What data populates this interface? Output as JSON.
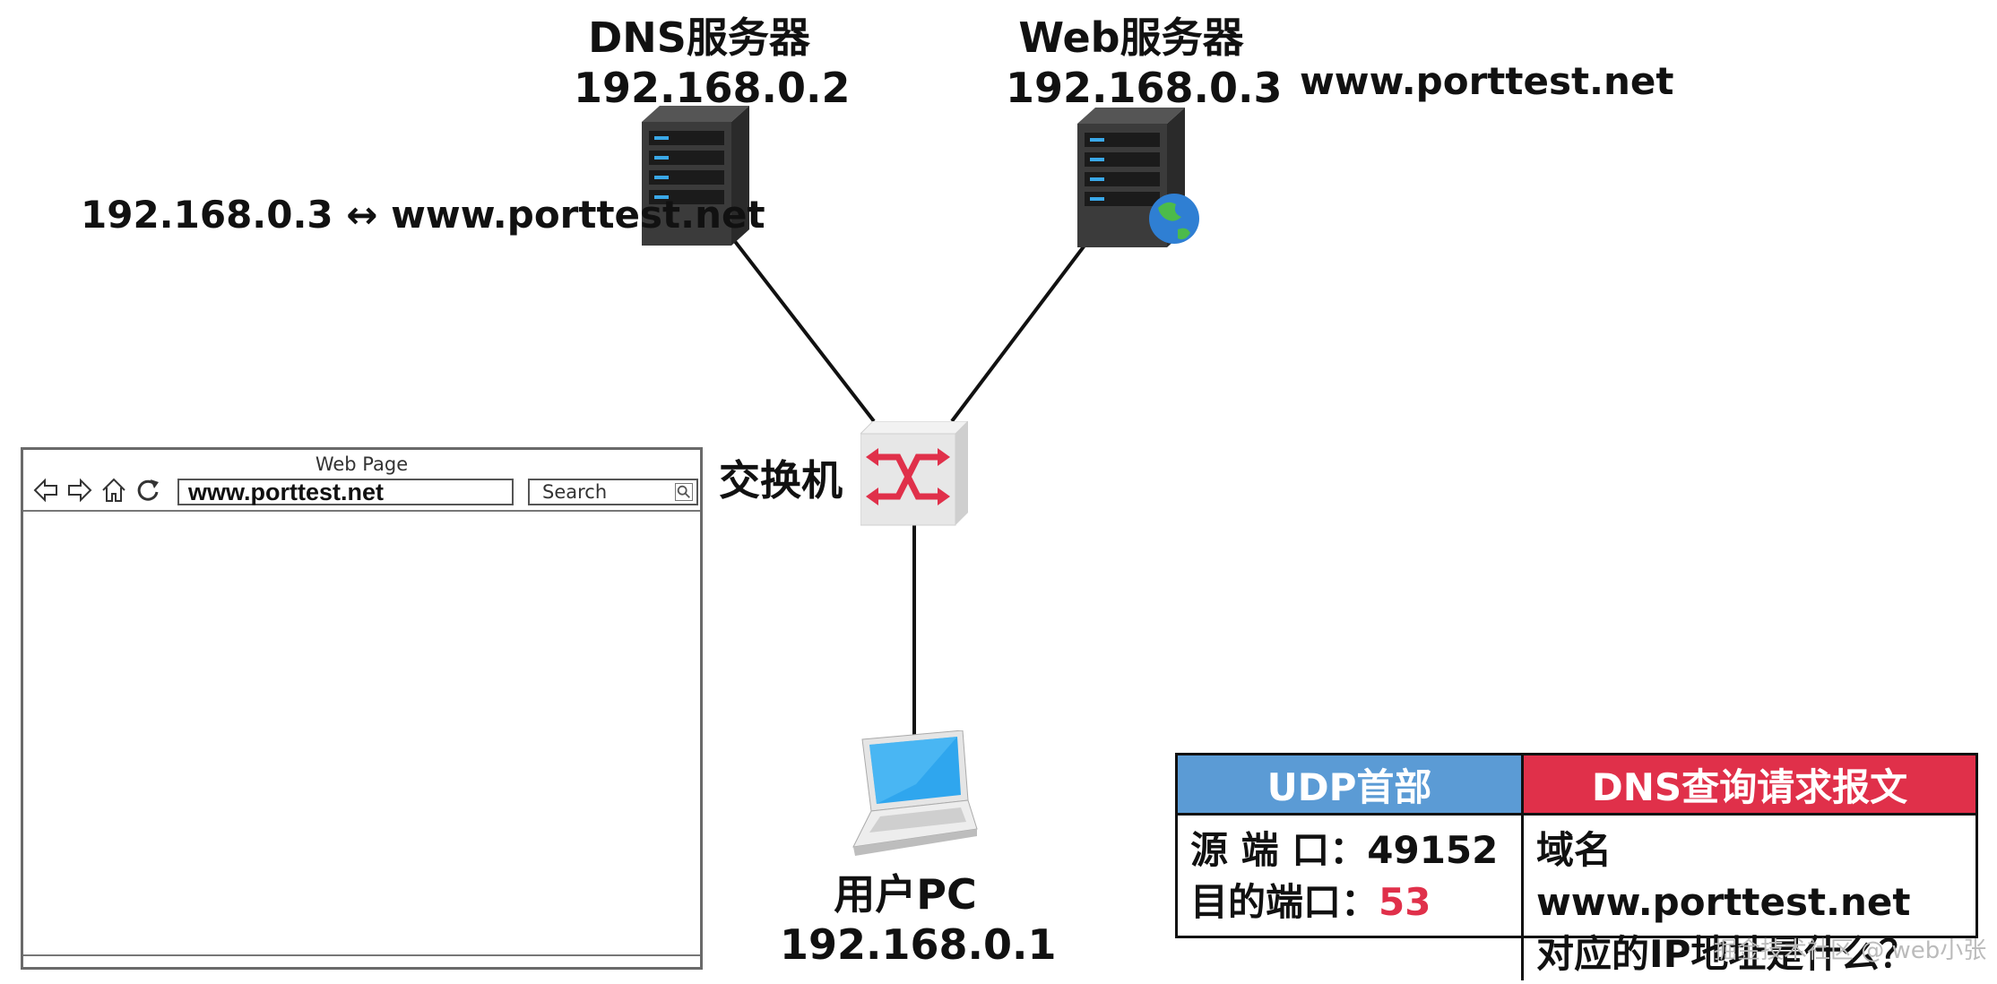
{
  "dns_server": {
    "title": "DNS服务器",
    "ip": "192.168.0.2",
    "mapping": "192.168.0.3 ↔ www.porttest.net"
  },
  "web_server": {
    "title": "Web服务器",
    "ip": "192.168.0.3",
    "domain": "www.porttest.net"
  },
  "switch": {
    "label": "交换机"
  },
  "user_pc": {
    "title": "用户PC",
    "ip": "192.168.0.1"
  },
  "browser": {
    "title": "Web Page",
    "address": "www.porttest.net",
    "search_placeholder": "Search"
  },
  "table": {
    "udp_header": "UDP首部",
    "dns_query": "DNS查询请求报文",
    "src_port_label": "源 端 口：",
    "src_port": "49152",
    "dst_port_label": "目的端口：",
    "dst_port": "53",
    "question_line1": "域名www.porttest.net",
    "question_line2": "对应的IP地址是什么？"
  },
  "watermark": "掘金技术社区 @ web小张",
  "colors": {
    "udp_header": "#5b9bd5",
    "dns_header": "#e0304a",
    "dst_port": "#e0304a",
    "switch_arrows": "#e0304a"
  }
}
